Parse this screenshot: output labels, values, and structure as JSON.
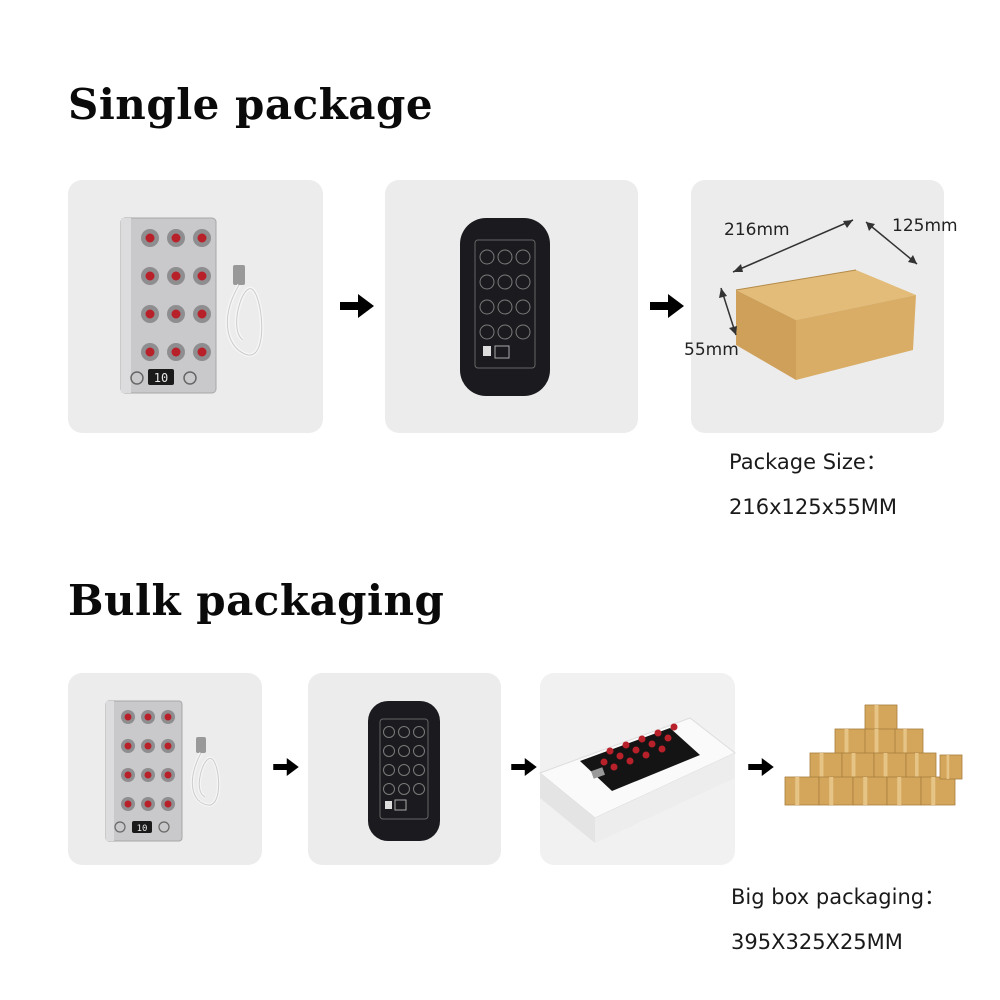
{
  "single": {
    "title": "Single package",
    "dims": {
      "length": "216mm",
      "width": "125mm",
      "height": "55mm"
    },
    "caption_label": "Package Size：",
    "caption_value": "216x125x55MM",
    "display_digits": "10"
  },
  "bulk": {
    "title": "Bulk packaging",
    "caption_label": "Big box packaging：",
    "caption_value": "395X325X25MM",
    "display_digits": "10"
  },
  "colors": {
    "panel_bg": "#ececec",
    "device_silver": "#c9c9cb",
    "led_red": "#b8202a",
    "case_black": "#1b1b1f",
    "cardboard": "#d6ab62",
    "arrow": "#000000"
  },
  "icons": {
    "flow_arrow": "arrow-right-icon"
  }
}
